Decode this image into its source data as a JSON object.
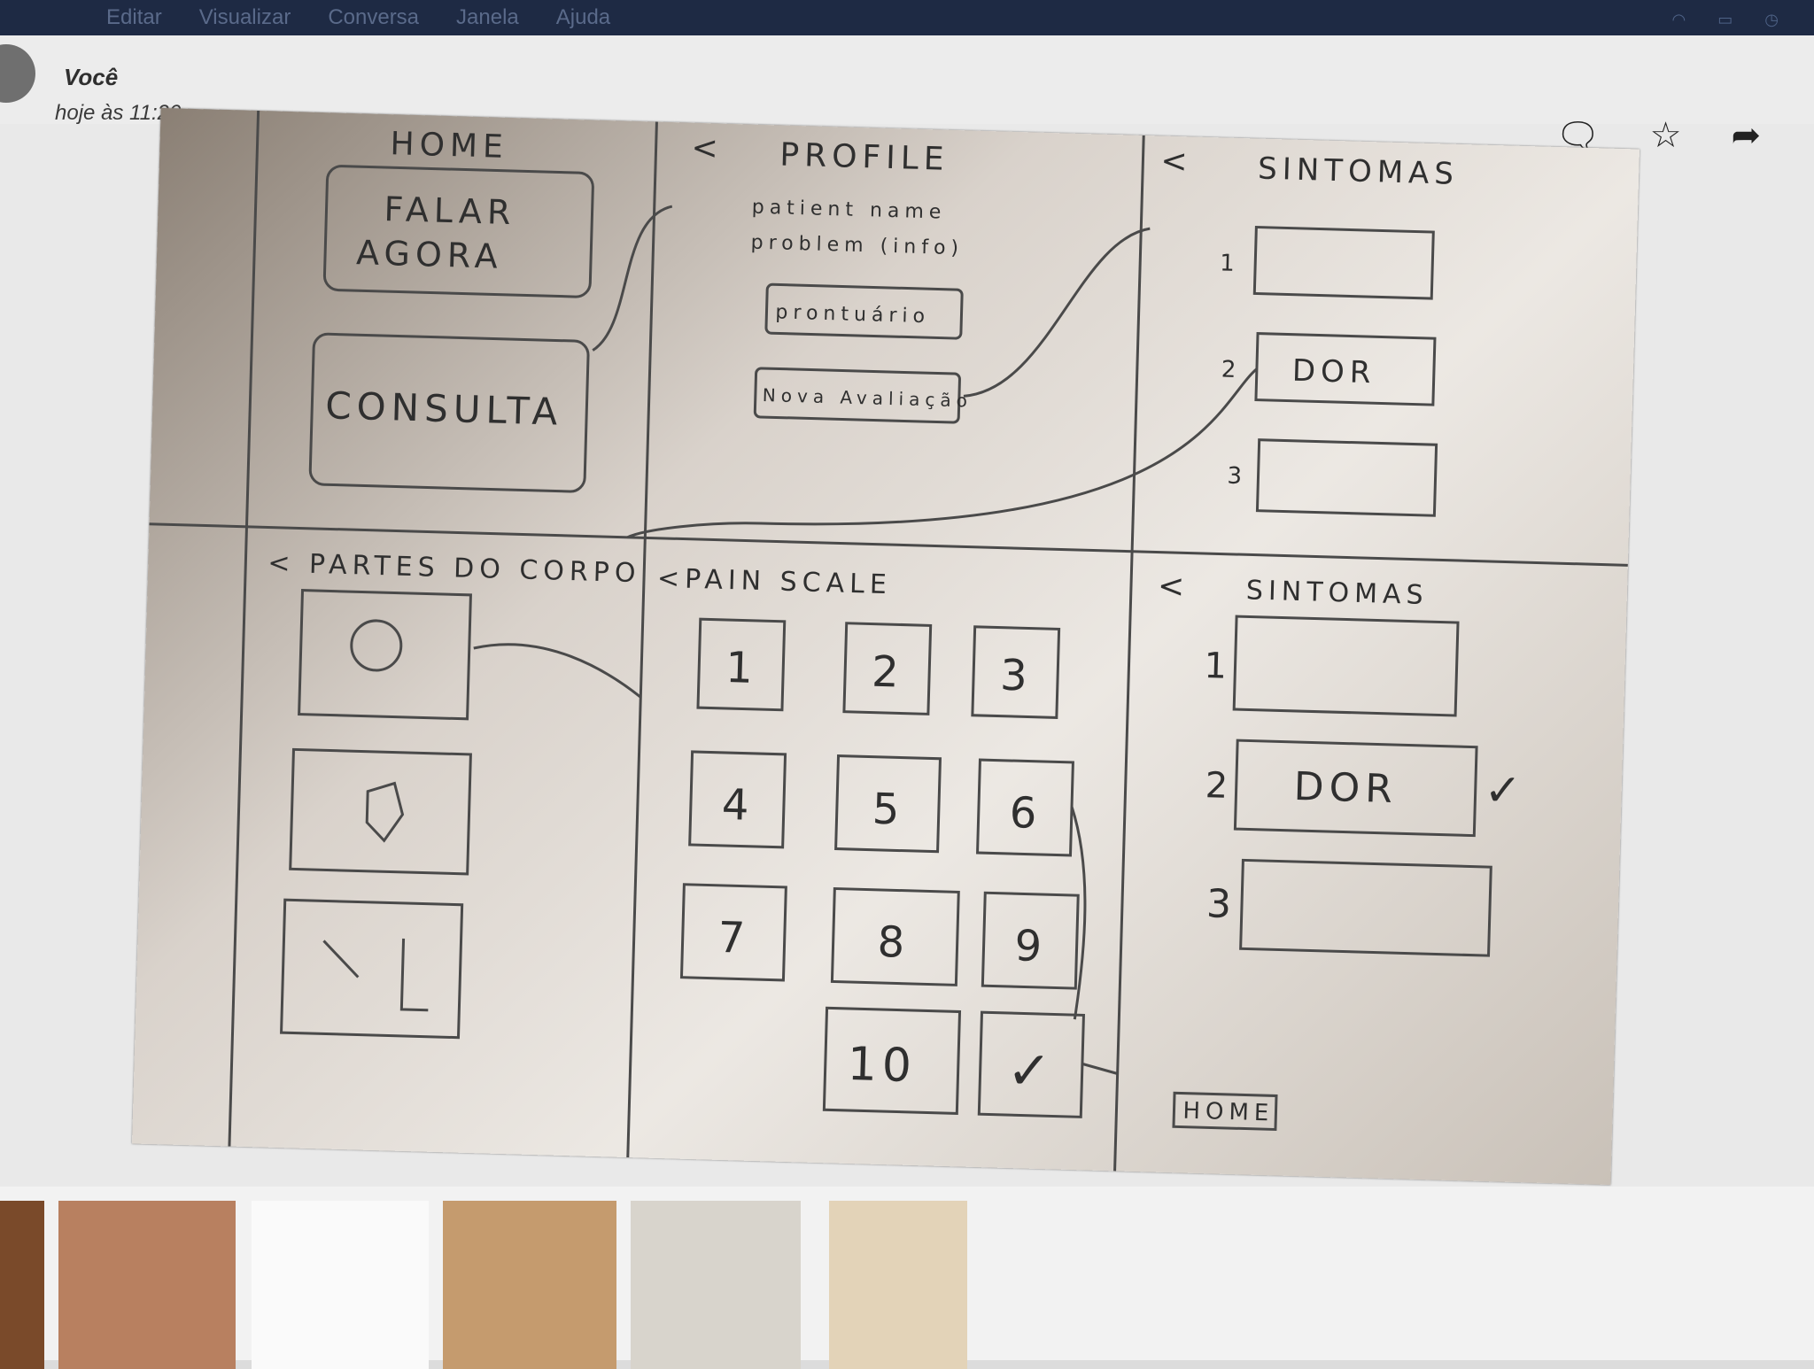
{
  "menubar": {
    "items": [
      "Editar",
      "Visualizar",
      "Conversa",
      "Janela",
      "Ajuda"
    ]
  },
  "message": {
    "sender": "Você",
    "time": "hoje às 11:20"
  },
  "icons": {
    "comment": "comment-icon",
    "favorite": "star-icon",
    "share": "share-icon"
  },
  "sketch": {
    "home": {
      "title": "HOME",
      "btn_talk_line1": "FALAR",
      "btn_talk_line2": "AGORA",
      "btn_consult": "CONSULTA"
    },
    "profile": {
      "back": "<",
      "title": "PROFILE",
      "bullet1": "patient name",
      "bullet2": "problem (info)",
      "btn_record": "prontuário",
      "btn_new": "Nova Avaliação"
    },
    "symptoms_top": {
      "back": "<",
      "title": "SINTOMAS",
      "n1": "1",
      "n2": "2",
      "n3": "3",
      "option2": "DOR"
    },
    "body_parts": {
      "title": "< PARTES DO CORPO"
    },
    "pain_scale": {
      "title": "<PAIN  SCALE",
      "keys": [
        "1",
        "2",
        "3",
        "4",
        "5",
        "6",
        "7",
        "8",
        "9",
        "10"
      ],
      "check": "✓"
    },
    "symptoms_bottom": {
      "back": "<",
      "title": "SINTOMAS",
      "n1": "1",
      "n2": "2",
      "n3": "3",
      "option2": "DOR",
      "check": "✓",
      "home_btn": "HOME"
    }
  }
}
